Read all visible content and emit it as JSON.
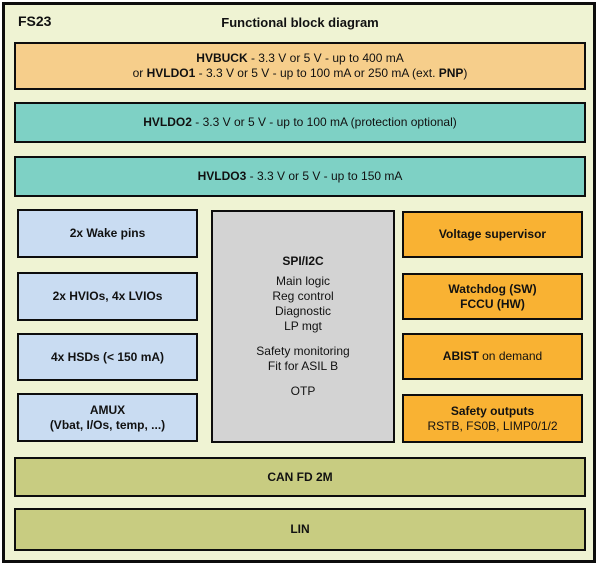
{
  "header": {
    "chip": "FS23",
    "title": "Functional block diagram"
  },
  "power": {
    "hvbuck": {
      "name": "HVBUCK",
      "spec": " - 3.3 V or 5 V - up to 400 mA",
      "alt_prefix": "or ",
      "alt_name": "HVLDO1",
      "alt_spec": " - 3.3 V or 5 V - up to 100 mA or 250 mA (ext. ",
      "alt_bold": "PNP",
      "alt_suffix": ")"
    },
    "hvldo2": {
      "name": "HVLDO2",
      "spec": " - 3.3 V or 5 V - up to 100 mA (protection optional)"
    },
    "hvldo3": {
      "name": "HVLDO3",
      "spec": " - 3.3 V or 5 V - up to 150 mA"
    }
  },
  "io": {
    "wake": "2x Wake pins",
    "vios": "2x HVIOs, 4x LVIOs",
    "hsds": "4x HSDs (< 150 mA)",
    "amux_line1": "AMUX",
    "amux_line2": "(Vbat, I/Os, temp, ...)"
  },
  "core": {
    "title": "SPI/I2C",
    "group1": [
      "Main logic",
      "Reg control",
      "Diagnostic",
      "LP mgt"
    ],
    "group2": [
      "Safety monitoring",
      "Fit for ASIL B"
    ],
    "group3": [
      "OTP"
    ]
  },
  "safety": {
    "supervisor": "Voltage supervisor",
    "watchdog_line1": "Watchdog (SW)",
    "watchdog_line2": "FCCU (HW)",
    "abist_bold": "ABIST",
    "abist_rest": " on demand",
    "outputs_title": "Safety outputs",
    "outputs_list": "RSTB, FS0B, LIMP0/1/2"
  },
  "comm": {
    "can": "CAN FD 2M",
    "lin": "LIN"
  },
  "colors": {
    "background": "#EFF3D3",
    "power_primary_tan": "#F6CE8B",
    "ldo_teal": "#7ED1C5",
    "io_blue": "#C9DCF2",
    "core_gray": "#D3D3D3",
    "safety_orange": "#F9B233",
    "comm_olive": "#C8CC81",
    "border": "#0D0D0D"
  }
}
